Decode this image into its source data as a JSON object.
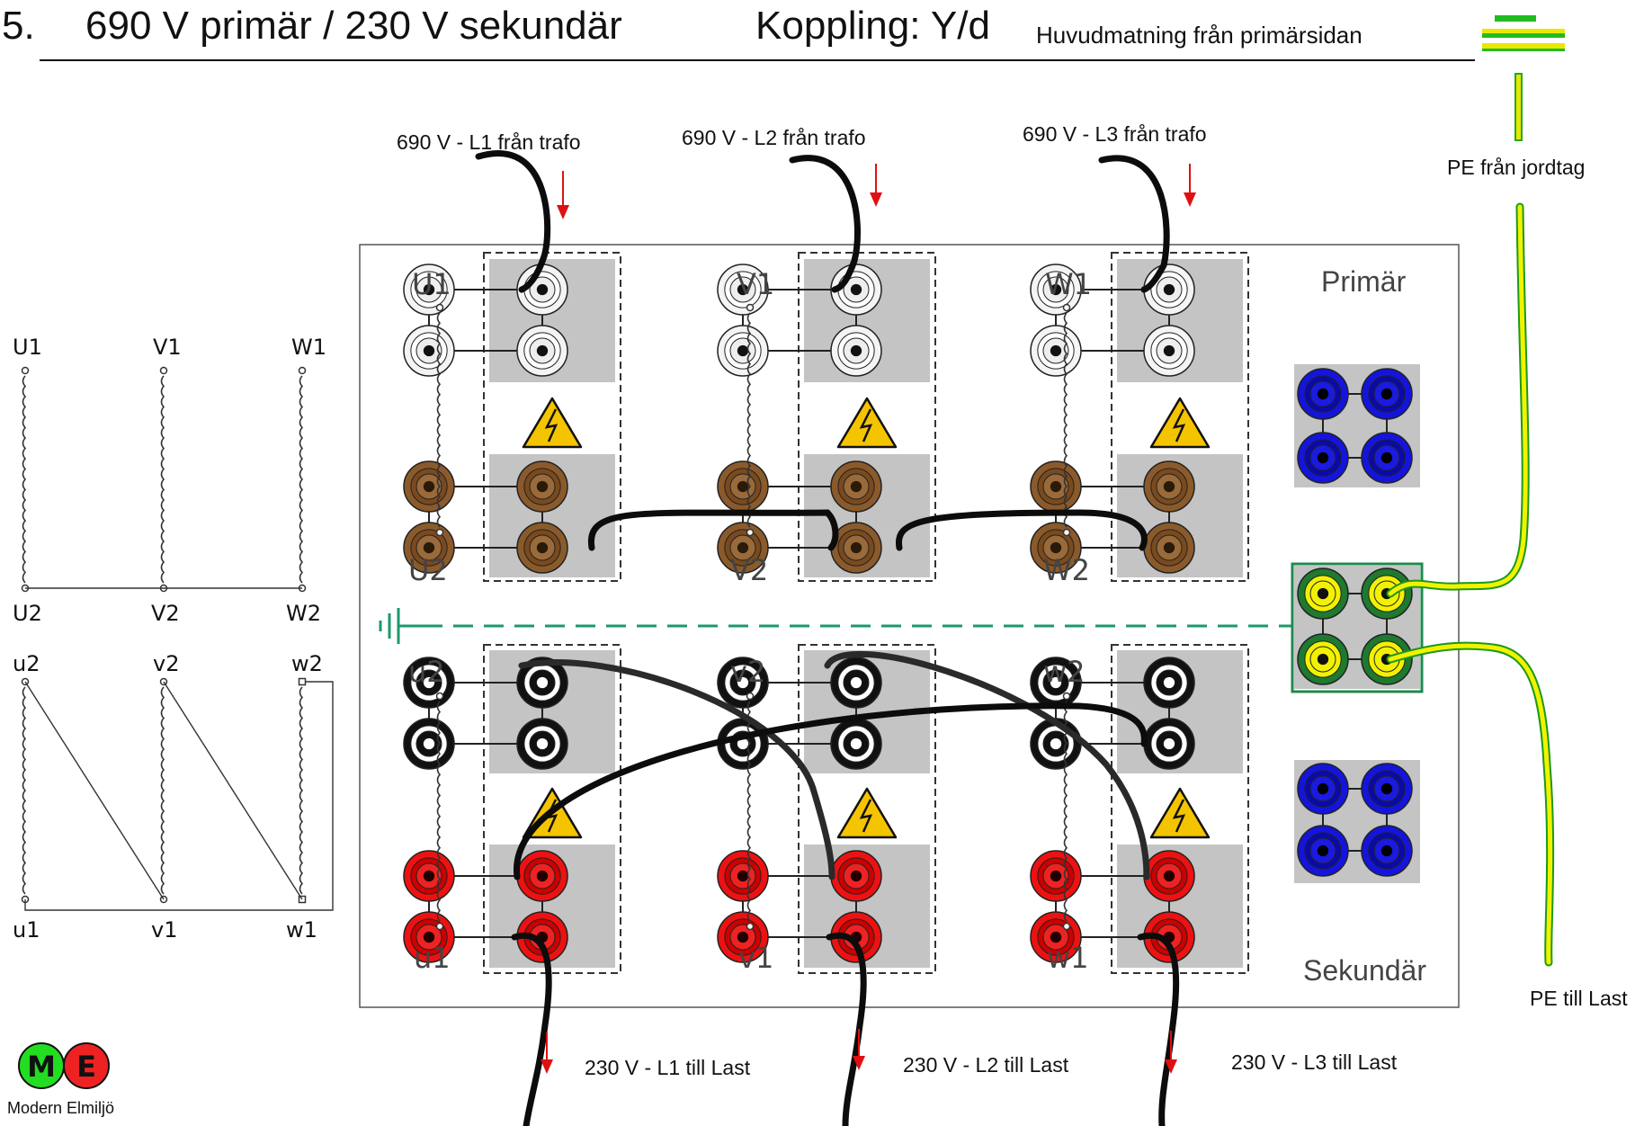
{
  "header": {
    "number": "5.",
    "title": "690 V primär / 230 V sekundär",
    "coupling": "Koppling: Y/d",
    "feed_note": "Huvudmatning från primärsidan"
  },
  "earth_source": {
    "label": "PE från jordtag"
  },
  "earth_load": {
    "label": "PE till Last"
  },
  "input_labels": [
    "690 V - L1 från trafo",
    "690 V - L2 från trafo",
    "690 V - L3 från trafo"
  ],
  "output_labels": [
    "230 V - L1 till Last",
    "230 V - L2 till Last",
    "230 V - L3 till Last"
  ],
  "schematic": {
    "primary_top": [
      "U1",
      "V1",
      "W1"
    ],
    "primary_bottom": [
      "U2",
      "V2",
      "W2"
    ],
    "secondary_top": [
      "u2",
      "v2",
      "w2"
    ],
    "secondary_bottom": [
      "u1",
      "v1",
      "w1"
    ]
  },
  "panel": {
    "primary_label": "Primär",
    "secondary_label": "Sekundär",
    "primary_top": [
      "U1",
      "V1",
      "W1"
    ],
    "primary_bottom": [
      "U2",
      "V2",
      "W2"
    ],
    "secondary_top": [
      "u2",
      "v2",
      "w2"
    ],
    "secondary_bottom": [
      "u1",
      "v1",
      "w1"
    ]
  },
  "logo": {
    "letter_m": "M",
    "letter_e": "E",
    "caption": "Modern Elmiljö"
  },
  "colors": {
    "terminal_white": "#ffffff",
    "terminal_brown": "#8b5a2b",
    "terminal_black": "#111111",
    "terminal_red": "#ee1111",
    "terminal_blue": "#1414dd",
    "terminal_green": "#1e7a2e",
    "terminal_yellow": "#f2f200",
    "warning_yellow": "#f5c400",
    "arrow_red": "#e01010",
    "earth_dashed": "#1a9a6a",
    "logo_green": "#22dd22",
    "logo_red": "#ee2222"
  }
}
